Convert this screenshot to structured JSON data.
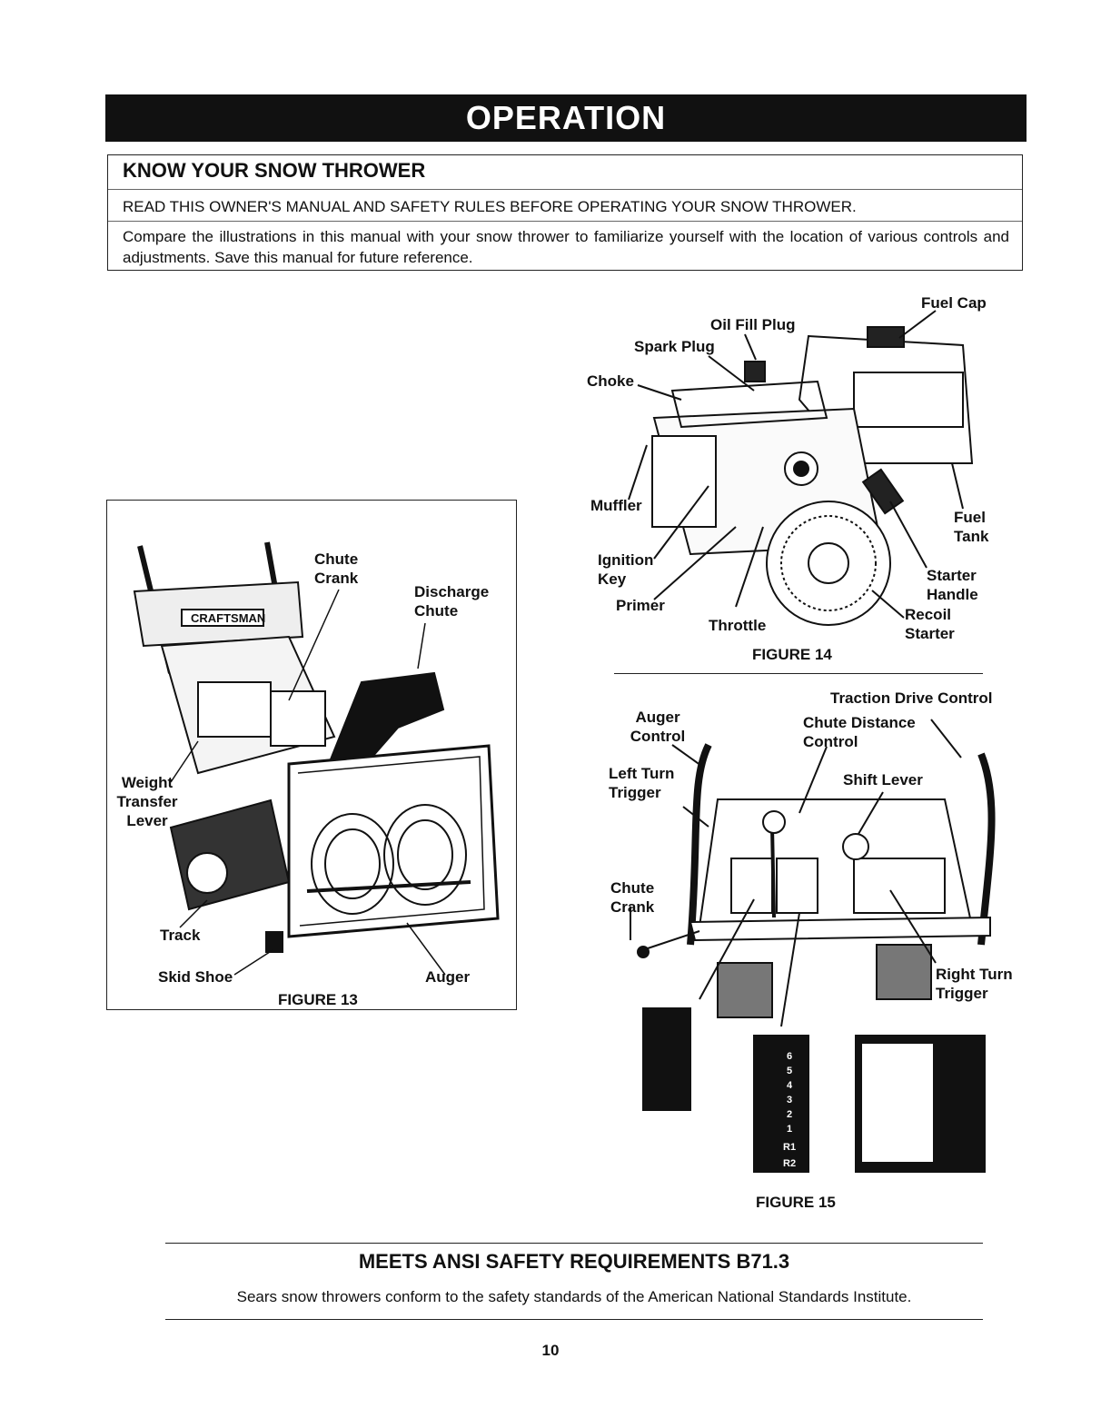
{
  "header": {
    "title": "OPERATION"
  },
  "intro": {
    "title": "KNOW YOUR SNOW THROWER",
    "line1": "READ THIS OWNER'S MANUAL AND SAFETY RULES BEFORE OPERATING YOUR SNOW THROWER.",
    "paragraph": "Compare the illustrations in this manual with your snow thrower to familiarize yourself with the location of various controls and adjustments. Save this manual for future reference."
  },
  "figure13": {
    "caption": "FIGURE 13",
    "brand": "CRAFTSMAN",
    "labels": {
      "chute_crank": "Chute Crank",
      "discharge_chute": "Discharge Chute",
      "weight_transfer": "Weight Transfer Lever",
      "track": "Track",
      "skid_shoe": "Skid Shoe",
      "auger": "Auger"
    }
  },
  "figure14": {
    "caption": "FIGURE 14",
    "labels": {
      "fuel_cap": "Fuel Cap",
      "oil_fill_plug": "Oil Fill Plug",
      "spark_plug": "Spark Plug",
      "choke": "Choke",
      "muffler": "Muffler",
      "fuel_tank": "Fuel Tank",
      "ignition_key": "Ignition Key",
      "primer": "Primer",
      "starter_handle": "Starter Handle",
      "recoil_starter": "Recoil Starter",
      "throttle": "Throttle"
    }
  },
  "figure15": {
    "caption": "FIGURE 15",
    "labels": {
      "traction_drive": "Traction Drive Control",
      "auger_control": "Auger Control",
      "chute_distance": "Chute Distance Control",
      "left_turn": "Left Turn Trigger",
      "shift_lever": "Shift Lever",
      "chute_crank": "Chute Crank",
      "right_turn": "Right Turn Trigger"
    },
    "gears": [
      "6",
      "5",
      "4",
      "3",
      "2",
      "1",
      "R1",
      "R2"
    ]
  },
  "ansi": {
    "title": "MEETS ANSI SAFETY REQUIREMENTS B71.3",
    "text": "Sears snow throwers conform to the safety standards of the American National Standards Institute."
  },
  "page_number": "10"
}
